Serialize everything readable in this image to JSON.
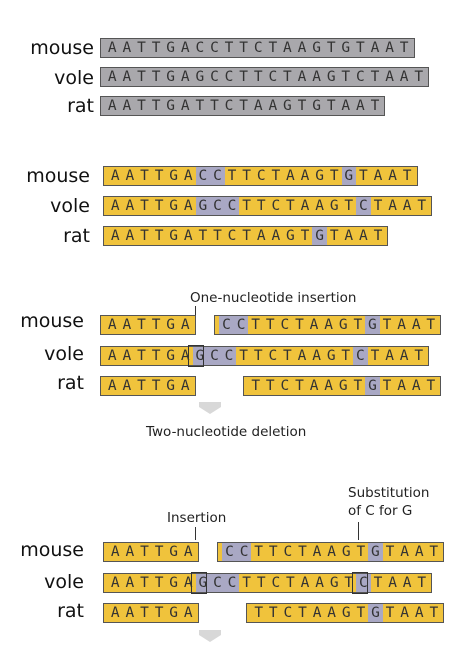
{
  "panels": [
    {
      "style": "gray",
      "rows": [
        {
          "species": "mouse",
          "segments": [
            {
              "seq": "AATTGACCTTCTAAGTGTAAT",
              "hl": []
            }
          ]
        },
        {
          "species": "vole",
          "segments": [
            {
              "seq": "AATTGAGCCTTCTAAGTCTAAT",
              "hl": []
            }
          ]
        },
        {
          "species": "rat",
          "segments": [
            {
              "seq": "AATTGATTCTAAGTGTAAT",
              "hl": []
            }
          ]
        }
      ]
    },
    {
      "style": "gold",
      "rows": [
        {
          "species": "mouse",
          "segments": [
            {
              "seq": "AATTGACCTTCTAAGTGTAAT",
              "hl": [
                6,
                7,
                16
              ]
            }
          ]
        },
        {
          "species": "vole",
          "segments": [
            {
              "seq": "AATTGAGCCTTCTAAGTCTAAT",
              "hl": [
                6,
                7,
                8,
                17
              ]
            }
          ]
        },
        {
          "species": "rat",
          "segments": [
            {
              "seq": "AATTGATTCTAAGTGTAAT",
              "hl": [
                14
              ]
            }
          ]
        }
      ]
    },
    {
      "style": "gold",
      "rows": [
        {
          "species": "mouse",
          "segments": [
            {
              "seq": "AATTGA",
              "hl": []
            },
            {
              "gap": 1
            },
            {
              "seq": "CCTTCTAAGTGTAAT",
              "hl": [
                0,
                1,
                10
              ]
            }
          ]
        },
        {
          "species": "vole",
          "segments": [
            {
              "seq": "AATTGAGCCTTCTAAGTCTAAT",
              "hl": [
                6,
                7,
                8,
                17
              ]
            }
          ]
        },
        {
          "species": "rat",
          "segments": [
            {
              "seq": "AATTGA",
              "hl": []
            },
            {
              "gap": 3
            },
            {
              "seq": "TTCTAAGTGTAAT",
              "hl": [
                8
              ]
            }
          ]
        }
      ],
      "annotations": {
        "insertion": "One-nucleotide insertion",
        "deletion": "Two-nucleotide deletion"
      }
    },
    {
      "style": "gold",
      "rows": [
        {
          "species": "mouse",
          "segments": [
            {
              "seq": "AATTGA",
              "hl": []
            },
            {
              "gap": 1
            },
            {
              "seq": "CCTTCTAAGTGTAAT",
              "hl": [
                0,
                1,
                10
              ]
            }
          ]
        },
        {
          "species": "vole",
          "segments": [
            {
              "seq": "AATTGAGCCTTCTAAGTCTAAT",
              "hl": [
                6,
                7,
                8,
                17
              ]
            }
          ]
        },
        {
          "species": "rat",
          "segments": [
            {
              "seq": "AATTGA",
              "hl": []
            },
            {
              "gap": 3
            },
            {
              "seq": "TTCTAAGTGTAAT",
              "hl": [
                8
              ]
            }
          ]
        }
      ],
      "annotations": {
        "insertion": "Insertion",
        "substitution_line1": "Substitution",
        "substitution_line2": "of C for G"
      }
    }
  ],
  "colors": {
    "gray_fill": "#a9a8ac",
    "gold_fill": "#f0c33c",
    "highlight": "#a9a8c4",
    "border": "#555555"
  }
}
